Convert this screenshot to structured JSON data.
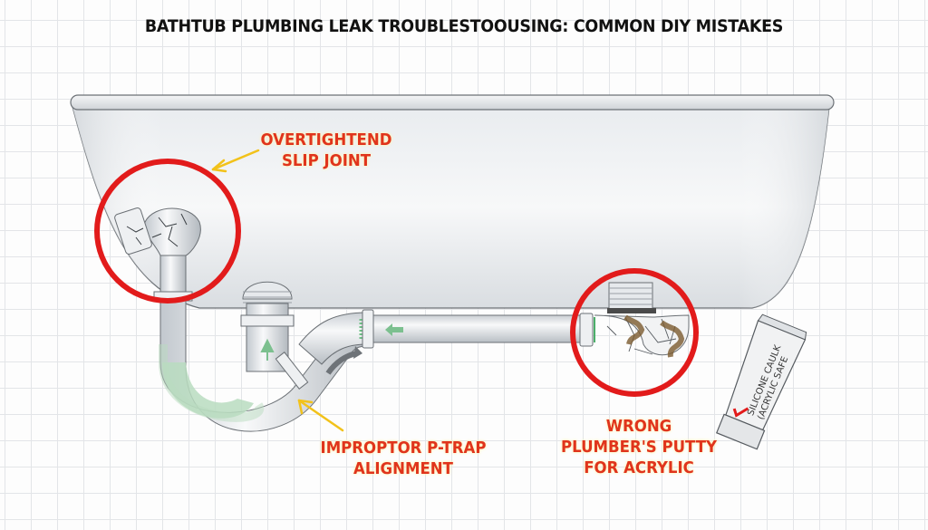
{
  "title": "BATHTUB PLUMBING LEAK TROUBLESTOOUSING: COMMON DIY MISTAKES",
  "callouts": [
    {
      "id": "slip-joint",
      "lines": [
        "OVERTIGHTEND",
        "SLIP JOINT"
      ]
    },
    {
      "id": "p-trap",
      "lines": [
        "IMPROPTOR P-TRAP",
        "ALIGNMENT"
      ]
    },
    {
      "id": "putty",
      "lines": [
        "WRONG",
        "PLUMBER'S PUTTY",
        "FOR ACRYLIC"
      ]
    }
  ],
  "caulk_tube": {
    "lines": [
      "SILICONE CAULK",
      "(ACRYLIC SAFE"
    ]
  },
  "colors": {
    "callout_text": "#e0341c",
    "callout_ring": "#e21b1b",
    "pointer_arrow": "#f2c21a",
    "flow_arrow": "#7cc08f",
    "trap_water": "#b9dcbf",
    "grid": "#e3e5e8"
  }
}
